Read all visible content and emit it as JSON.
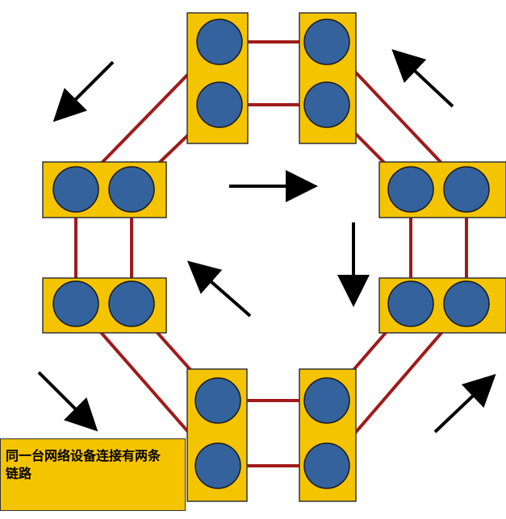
{
  "colors": {
    "device_fill": "#f5c400",
    "port_fill": "#33629c",
    "link": "#a11a1a",
    "arrow": "#000000"
  },
  "devices": [
    {
      "id": "top-left",
      "ports": 2,
      "orientation": "vertical"
    },
    {
      "id": "top-right",
      "ports": 2,
      "orientation": "vertical"
    },
    {
      "id": "upper-right",
      "ports": 2,
      "orientation": "horizontal"
    },
    {
      "id": "lower-right",
      "ports": 2,
      "orientation": "horizontal"
    },
    {
      "id": "bottom-right",
      "ports": 2,
      "orientation": "vertical"
    },
    {
      "id": "bottom-left",
      "ports": 2,
      "orientation": "vertical"
    },
    {
      "id": "lower-left",
      "ports": 2,
      "orientation": "horizontal"
    },
    {
      "id": "upper-left",
      "ports": 2,
      "orientation": "horizontal"
    }
  ],
  "caption": {
    "line1": "同一台网络设备连接有两条",
    "line2": "链路"
  },
  "icons": {
    "arrow": "direction-arrow-icon"
  }
}
